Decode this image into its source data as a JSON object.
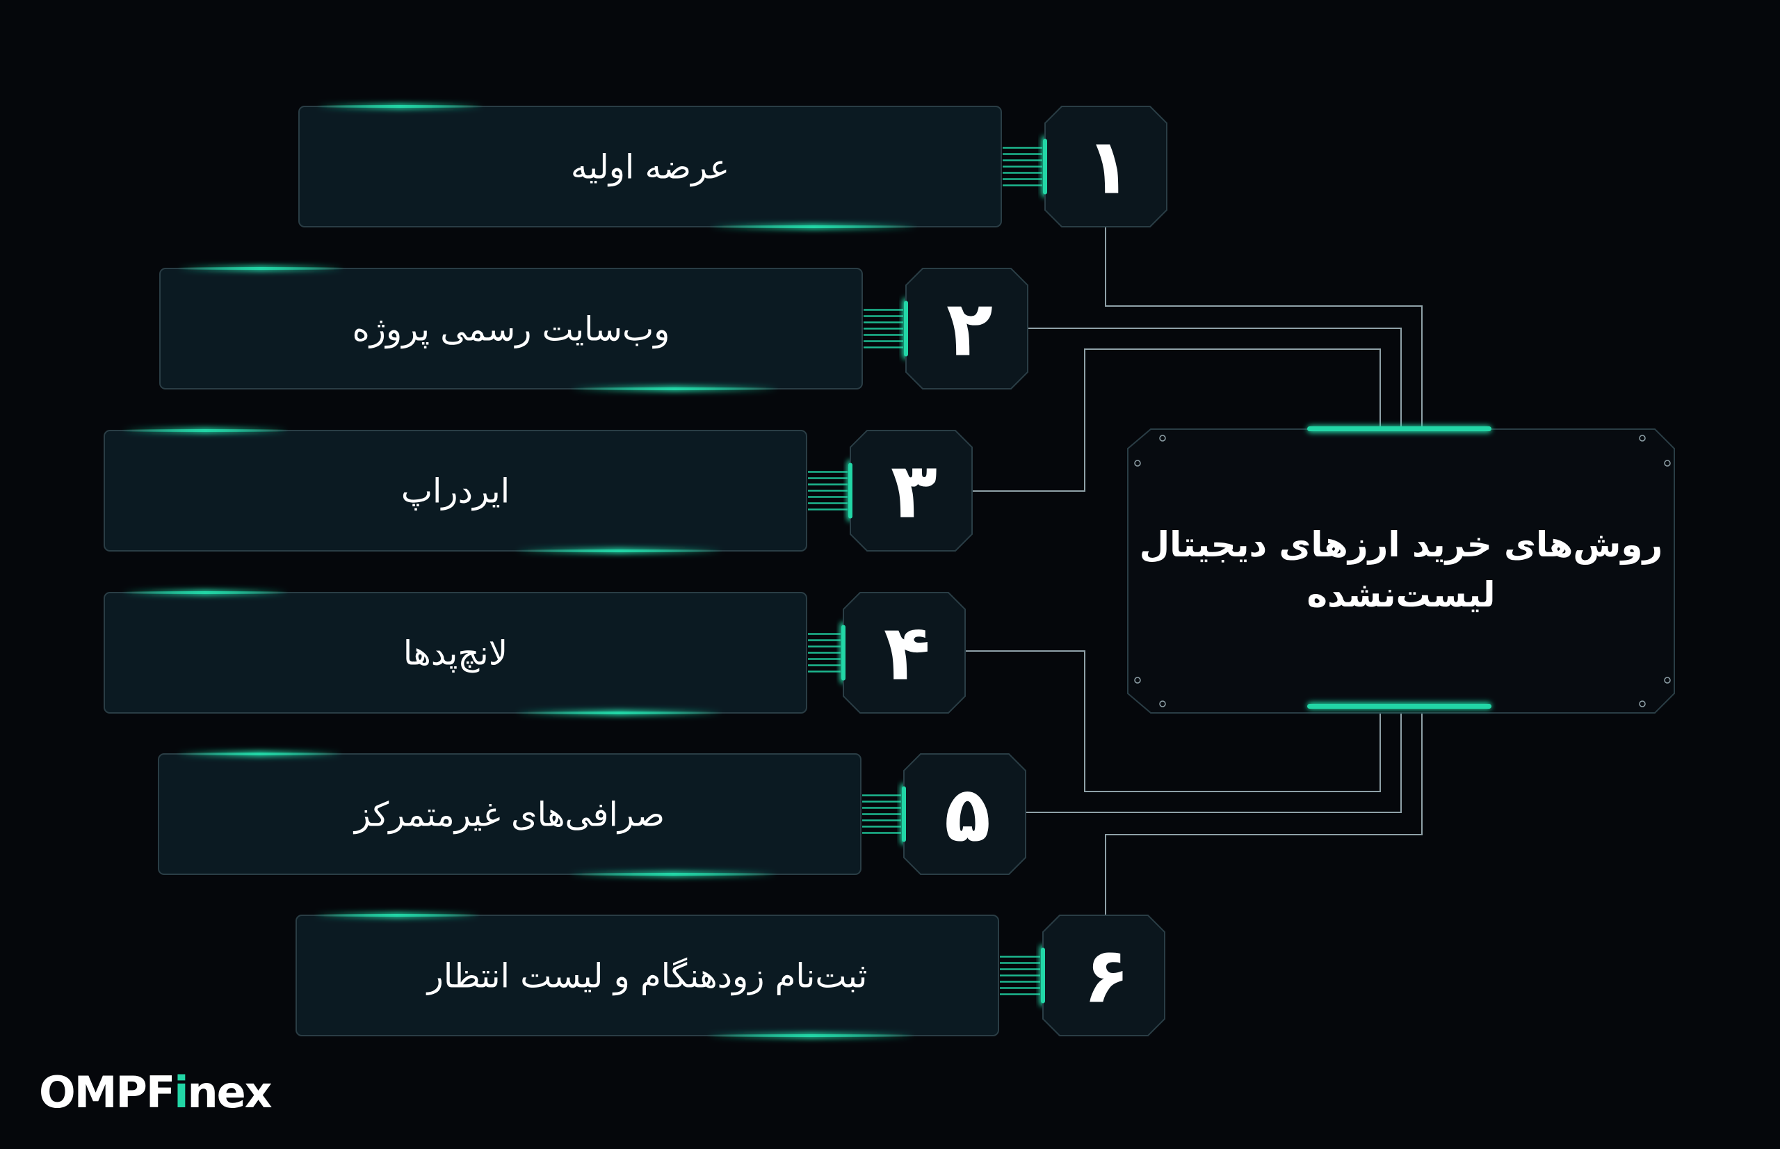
{
  "diagram": {
    "center_title_line1": "روش‌های خرید ارزهای دیجیتال",
    "center_title_line2": "لیست‌نشده",
    "items": [
      {
        "number": "۱",
        "label": "عرضه اولیه"
      },
      {
        "number": "۲",
        "label": "وب‌سایت رسمی پروژه"
      },
      {
        "number": "۳",
        "label": "ایردراپ"
      },
      {
        "number": "۴",
        "label": "لانچ‌پدها"
      },
      {
        "number": "۵",
        "label": "صرافی‌های غیرمتمرکز"
      },
      {
        "number": "۶",
        "label": "ثبت‌نام زودهنگام و لیست انتظار"
      }
    ]
  },
  "brand": {
    "logo_part1": "OMPF",
    "logo_part2": "i",
    "logo_part3": "nex"
  },
  "colors": {
    "background": "#05070b",
    "box_fill": "#0b1a22",
    "box_stroke": "#2a3d45",
    "accent": "#22d6a6",
    "connector": "#8fa1a8",
    "text": "#ffffff"
  }
}
